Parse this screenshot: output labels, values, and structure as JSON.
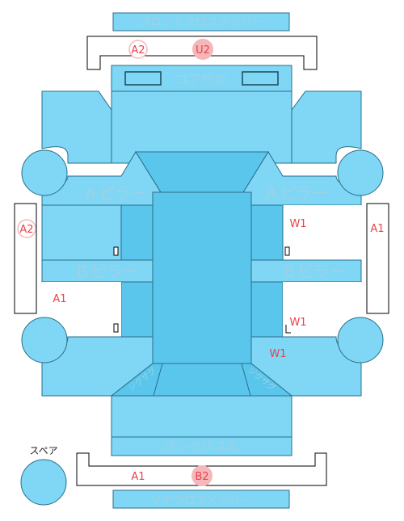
{
  "labels": {
    "front_cross_member": "フロントクロスメンバー",
    "core_support": "コアサポ",
    "a_pillar_left": "Ａピラー",
    "a_pillar_right": "Ａピラー",
    "b_pillar_left": "Ｂピラー",
    "b_pillar_right": "Ｂピラー",
    "back_panel": "バックパネル",
    "rear_cross_member": "リアクロスメンバー",
    "spare": "スペア",
    "curved_left": "ジグザグ",
    "curved_right": "ジグザグ"
  },
  "marks": {
    "front_a2": "A2",
    "front_u2": "U2",
    "left_side_a2": "A2",
    "left_a1": "A1",
    "right_side_a1": "A1",
    "right_w1_top": "W1",
    "right_w1_mid": "W1",
    "right_w1_low": "W1",
    "rear_a1": "A1",
    "rear_b2": "B2"
  },
  "colors": {
    "panel": "#7fd6f5",
    "panel_dark": "#5ac6ec",
    "outline": "#2a6f8a",
    "mark_red": "#e8434a",
    "badge_fill": "#f6b7bb",
    "label_faint": "#a7d9ea"
  }
}
